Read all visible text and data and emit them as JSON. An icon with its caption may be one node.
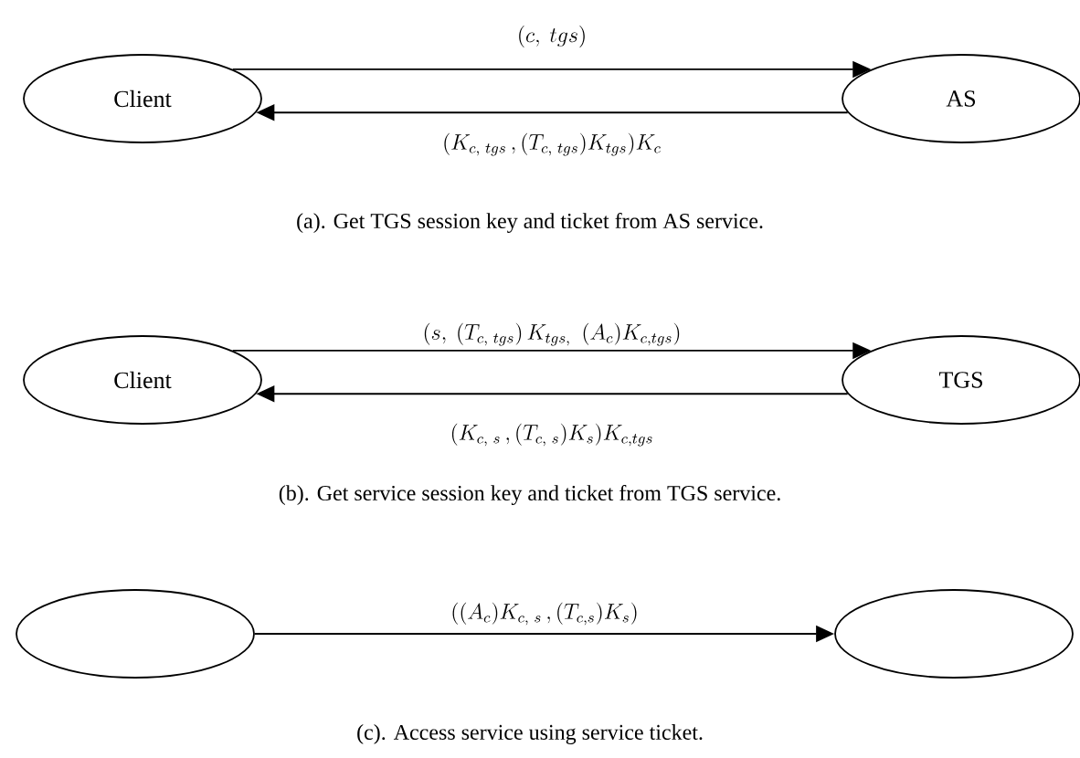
{
  "diagram": {
    "nodes": [
      {
        "text": [
          "Client"
        ]
      },
      {
        "text": [
          "AS"
        ]
      },
      {
        "text": [
          "Client"
        ]
      },
      {
        "text": [
          "TGS"
        ]
      },
      {
        "text": [],
        "shape": "ellipse"
      },
      {
        "text": [],
        "shape": "ellipse"
      }
    ],
    "edges": [
      {
        "from": 0,
        "to": 1,
        "arrow": "to",
        "label": "(c,\\ tgs)"
      },
      {
        "from": 1,
        "to": 0,
        "arrow": "to",
        "label": "(K_{c,\\ tgs}\\,,(T_{c,\\ tgs})K_{tgs})K_c"
      },
      {
        "from": 2,
        "to": 3,
        "arrow": "to",
        "label": "(s,\\ (T_{c,\\ tgs})\\,K_{tgs,}\\ \\ (A_c)K_{c,tgs})"
      },
      {
        "from": 3,
        "to": 2,
        "arrow": "to",
        "label": "(K_{c,\\ s}\\,,(T_{c,\\ s})K_s)K_{c,tgs}"
      },
      {
        "from": 4,
        "to": 5,
        "arrow": "to",
        "label": "((A_c)K_{c,\\ s}\\,,(T_{c,s})K_s)"
      }
    ],
    "labels": [
      "(a). Get TGS session key and ticket from AS service.",
      "(b). Get service session key and ticket from TGS service.",
      "(c). Access service using service ticket."
    ]
  }
}
